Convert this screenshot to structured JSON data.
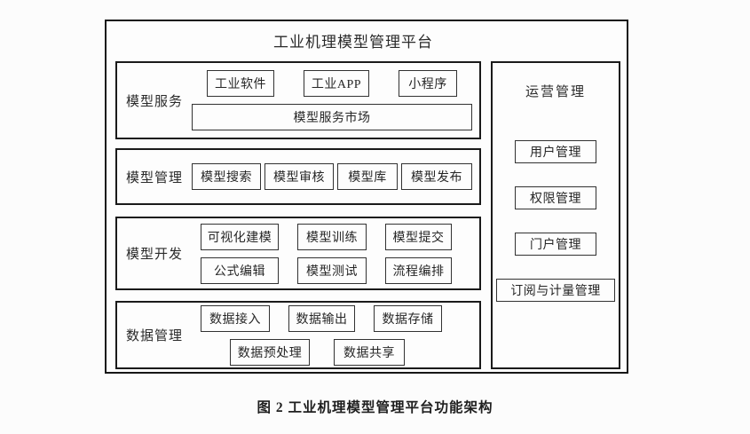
{
  "figure": {
    "title": "工业机理模型管理平台",
    "caption": "图 2  工业机理模型管理平台功能架构",
    "colors": {
      "ink": "#1a1a1a",
      "background": "#fcfcfc"
    },
    "sections": [
      {
        "label": "模型服务",
        "rows": [
          [
            "工业软件",
            "工业APP",
            "小程序"
          ],
          [
            "模型服务市场"
          ]
        ]
      },
      {
        "label": "模型管理",
        "rows": [
          [
            "模型搜索",
            "模型审核",
            "模型库",
            "模型发布"
          ]
        ]
      },
      {
        "label": "模型开发",
        "rows": [
          [
            "可视化建模",
            "模型训练",
            "模型提交"
          ],
          [
            "公式编辑",
            "模型测试",
            "流程编排"
          ]
        ]
      },
      {
        "label": "数据管理",
        "rows": [
          [
            "数据接入",
            "数据输出",
            "数据存储"
          ],
          [
            "数据预处理",
            "数据共享"
          ]
        ]
      }
    ],
    "right_panel": {
      "title": "运营管理",
      "items": [
        "用户管理",
        "权限管理",
        "门户管理",
        "订阅与计量管理"
      ]
    }
  }
}
